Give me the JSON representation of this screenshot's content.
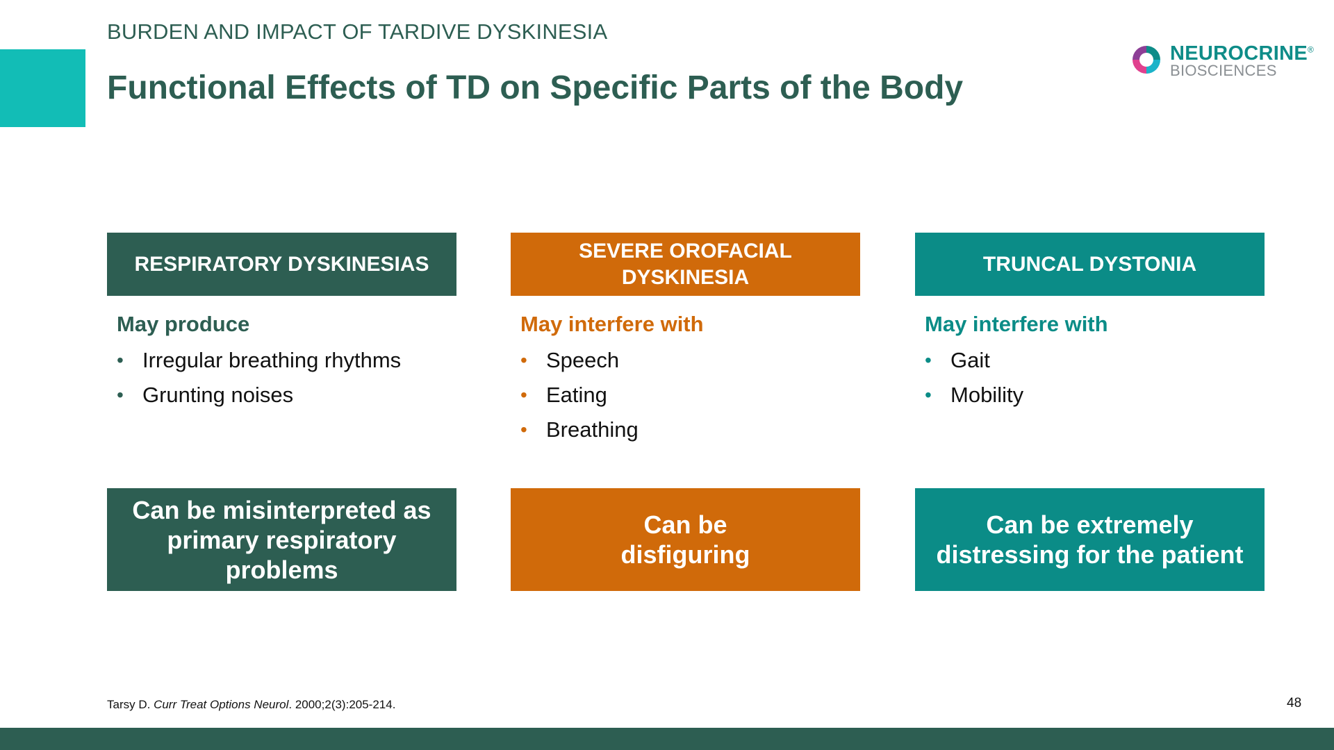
{
  "colors": {
    "dark_green": "#2d5e52",
    "orange": "#d06a0a",
    "teal": "#0b8c87",
    "accent_teal": "#12bdb6",
    "footer": "#2d5e52"
  },
  "header": {
    "section_label": "BURDEN AND IMPACT OF TARDIVE DYSKINESIA",
    "title": "Functional Effects of TD on Specific Parts of the Body"
  },
  "logo": {
    "icon": "neurocrine-swirl-icon",
    "line1": "NEUROCRINE",
    "line2": "BIOSCIENCES",
    "trademark": "®"
  },
  "columns": [
    {
      "header": "RESPIRATORY DYSKINESIAS",
      "intro": "May produce",
      "bullets": [
        "Irregular breathing rhythms",
        "Grunting noises"
      ],
      "bottom": "Can be misinterpreted as\nprimary respiratory\nproblems"
    },
    {
      "header": "SEVERE OROFACIAL\nDYSKINESIA",
      "intro": "May interfere with",
      "bullets": [
        "Speech",
        "Eating",
        "Breathing"
      ],
      "bottom": "Can be\ndisfiguring"
    },
    {
      "header": "TRUNCAL DYSTONIA",
      "intro": "May interfere with",
      "bullets": [
        "Gait",
        "Mobility"
      ],
      "bottom": "Can be extremely\ndistressing for the patient"
    }
  ],
  "bullet_symbol": "•",
  "footer": {
    "citation_author": "Tarsy D. ",
    "citation_journal": "Curr Treat Options Neurol",
    "citation_rest": ". 2000;2(3):205-214.",
    "page_number": "48"
  }
}
